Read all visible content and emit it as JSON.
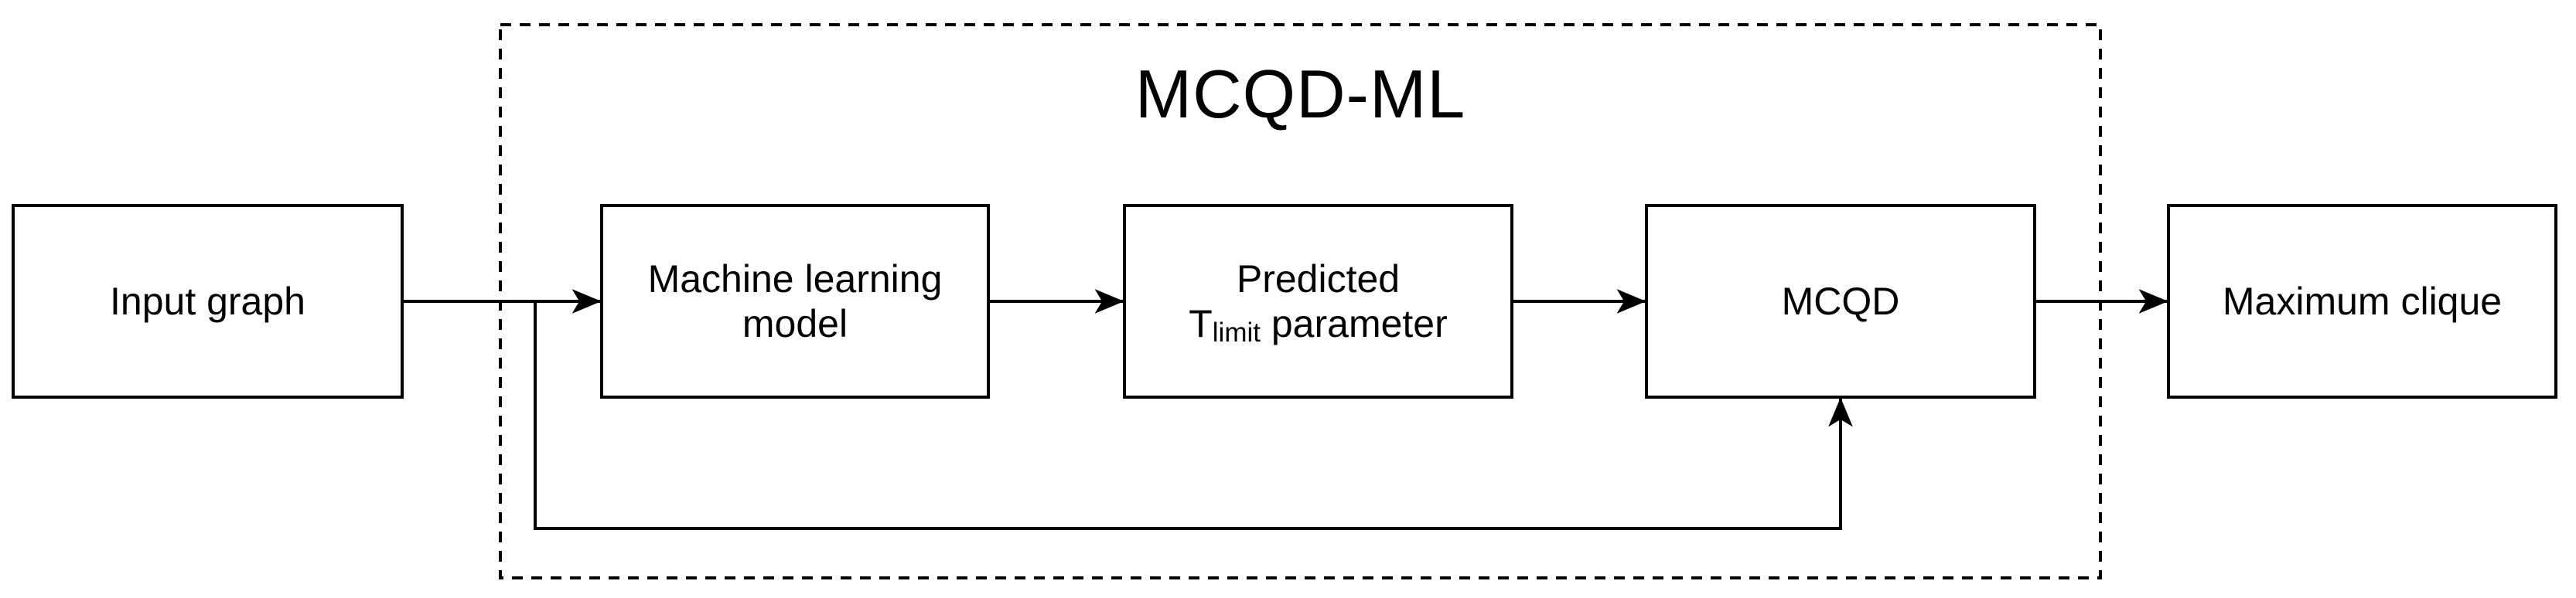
{
  "diagram": {
    "group": {
      "title": "MCQD-ML"
    },
    "nodes": {
      "input_graph": {
        "label": "Input graph"
      },
      "ml_model": {
        "line1": "Machine learning",
        "line2": "model"
      },
      "predicted": {
        "line1": "Predicted",
        "symbol_base": "T",
        "symbol_sub": "limit",
        "line2_rest": " parameter"
      },
      "mcqd": {
        "label": "MCQD"
      },
      "maximum_clique": {
        "label": "Maximum clique"
      }
    },
    "colors": {
      "stroke": "#000000",
      "fill": "#ffffff"
    }
  }
}
